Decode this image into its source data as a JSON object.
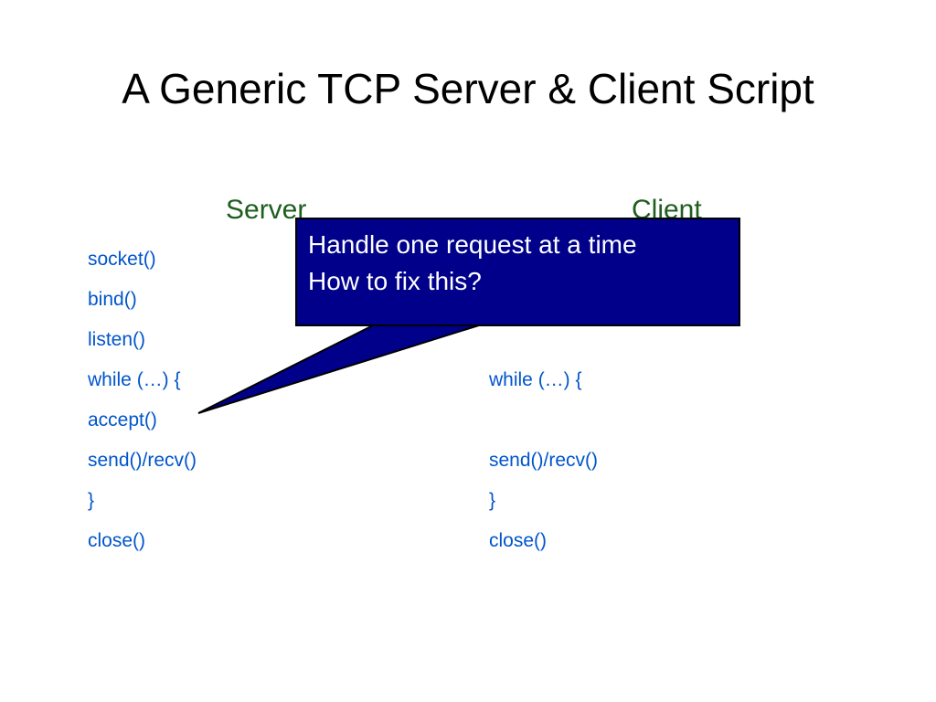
{
  "title": "A Generic TCP Server & Client Script",
  "columns": {
    "server_heading": "Server",
    "client_heading": "Client"
  },
  "server_lines": [
    "socket()",
    "bind()",
    "listen()",
    "while (…) {",
    "accept()",
    "send()/recv()",
    "}",
    "close()"
  ],
  "client_lines": [
    "while (…) {",
    "send()/recv()",
    "}",
    "close()"
  ],
  "callout": {
    "line1": "Handle one request at a time",
    "line2": "How to fix this?"
  },
  "colors": {
    "code_text": "#0055cc",
    "heading_text": "#1e5e1e",
    "callout_fill": "#00008b",
    "callout_text": "#ffffff"
  }
}
